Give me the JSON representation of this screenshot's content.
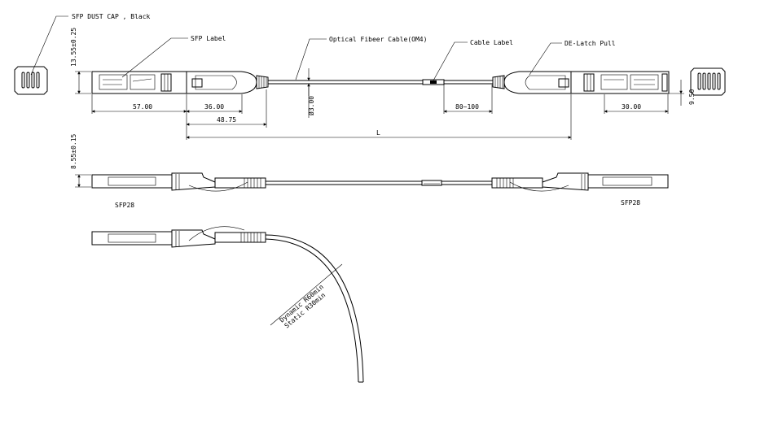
{
  "callouts": {
    "dust_cap": "SFP DUST CAP , Black",
    "sfp_label": "SFP Label",
    "optical_cable": "Optical Fibeer Cable(OM4)",
    "cable_label": "Cable Label",
    "delatch": "DE-Latch Pull"
  },
  "dimensions": {
    "cap_height": "13.55±0.25",
    "d57": "57.00",
    "d36": "36.00",
    "d4875": "48.75",
    "dia": "Ø3.00",
    "d80": "80~100",
    "d30": "30.00",
    "d950": "9.50",
    "total": "L",
    "side_height": "8.55±0.15"
  },
  "side_labels": {
    "left": "SFP28",
    "right": "SFP28"
  },
  "bend": {
    "dynamic": "Dynamic R60min",
    "static": "Static R30min"
  }
}
